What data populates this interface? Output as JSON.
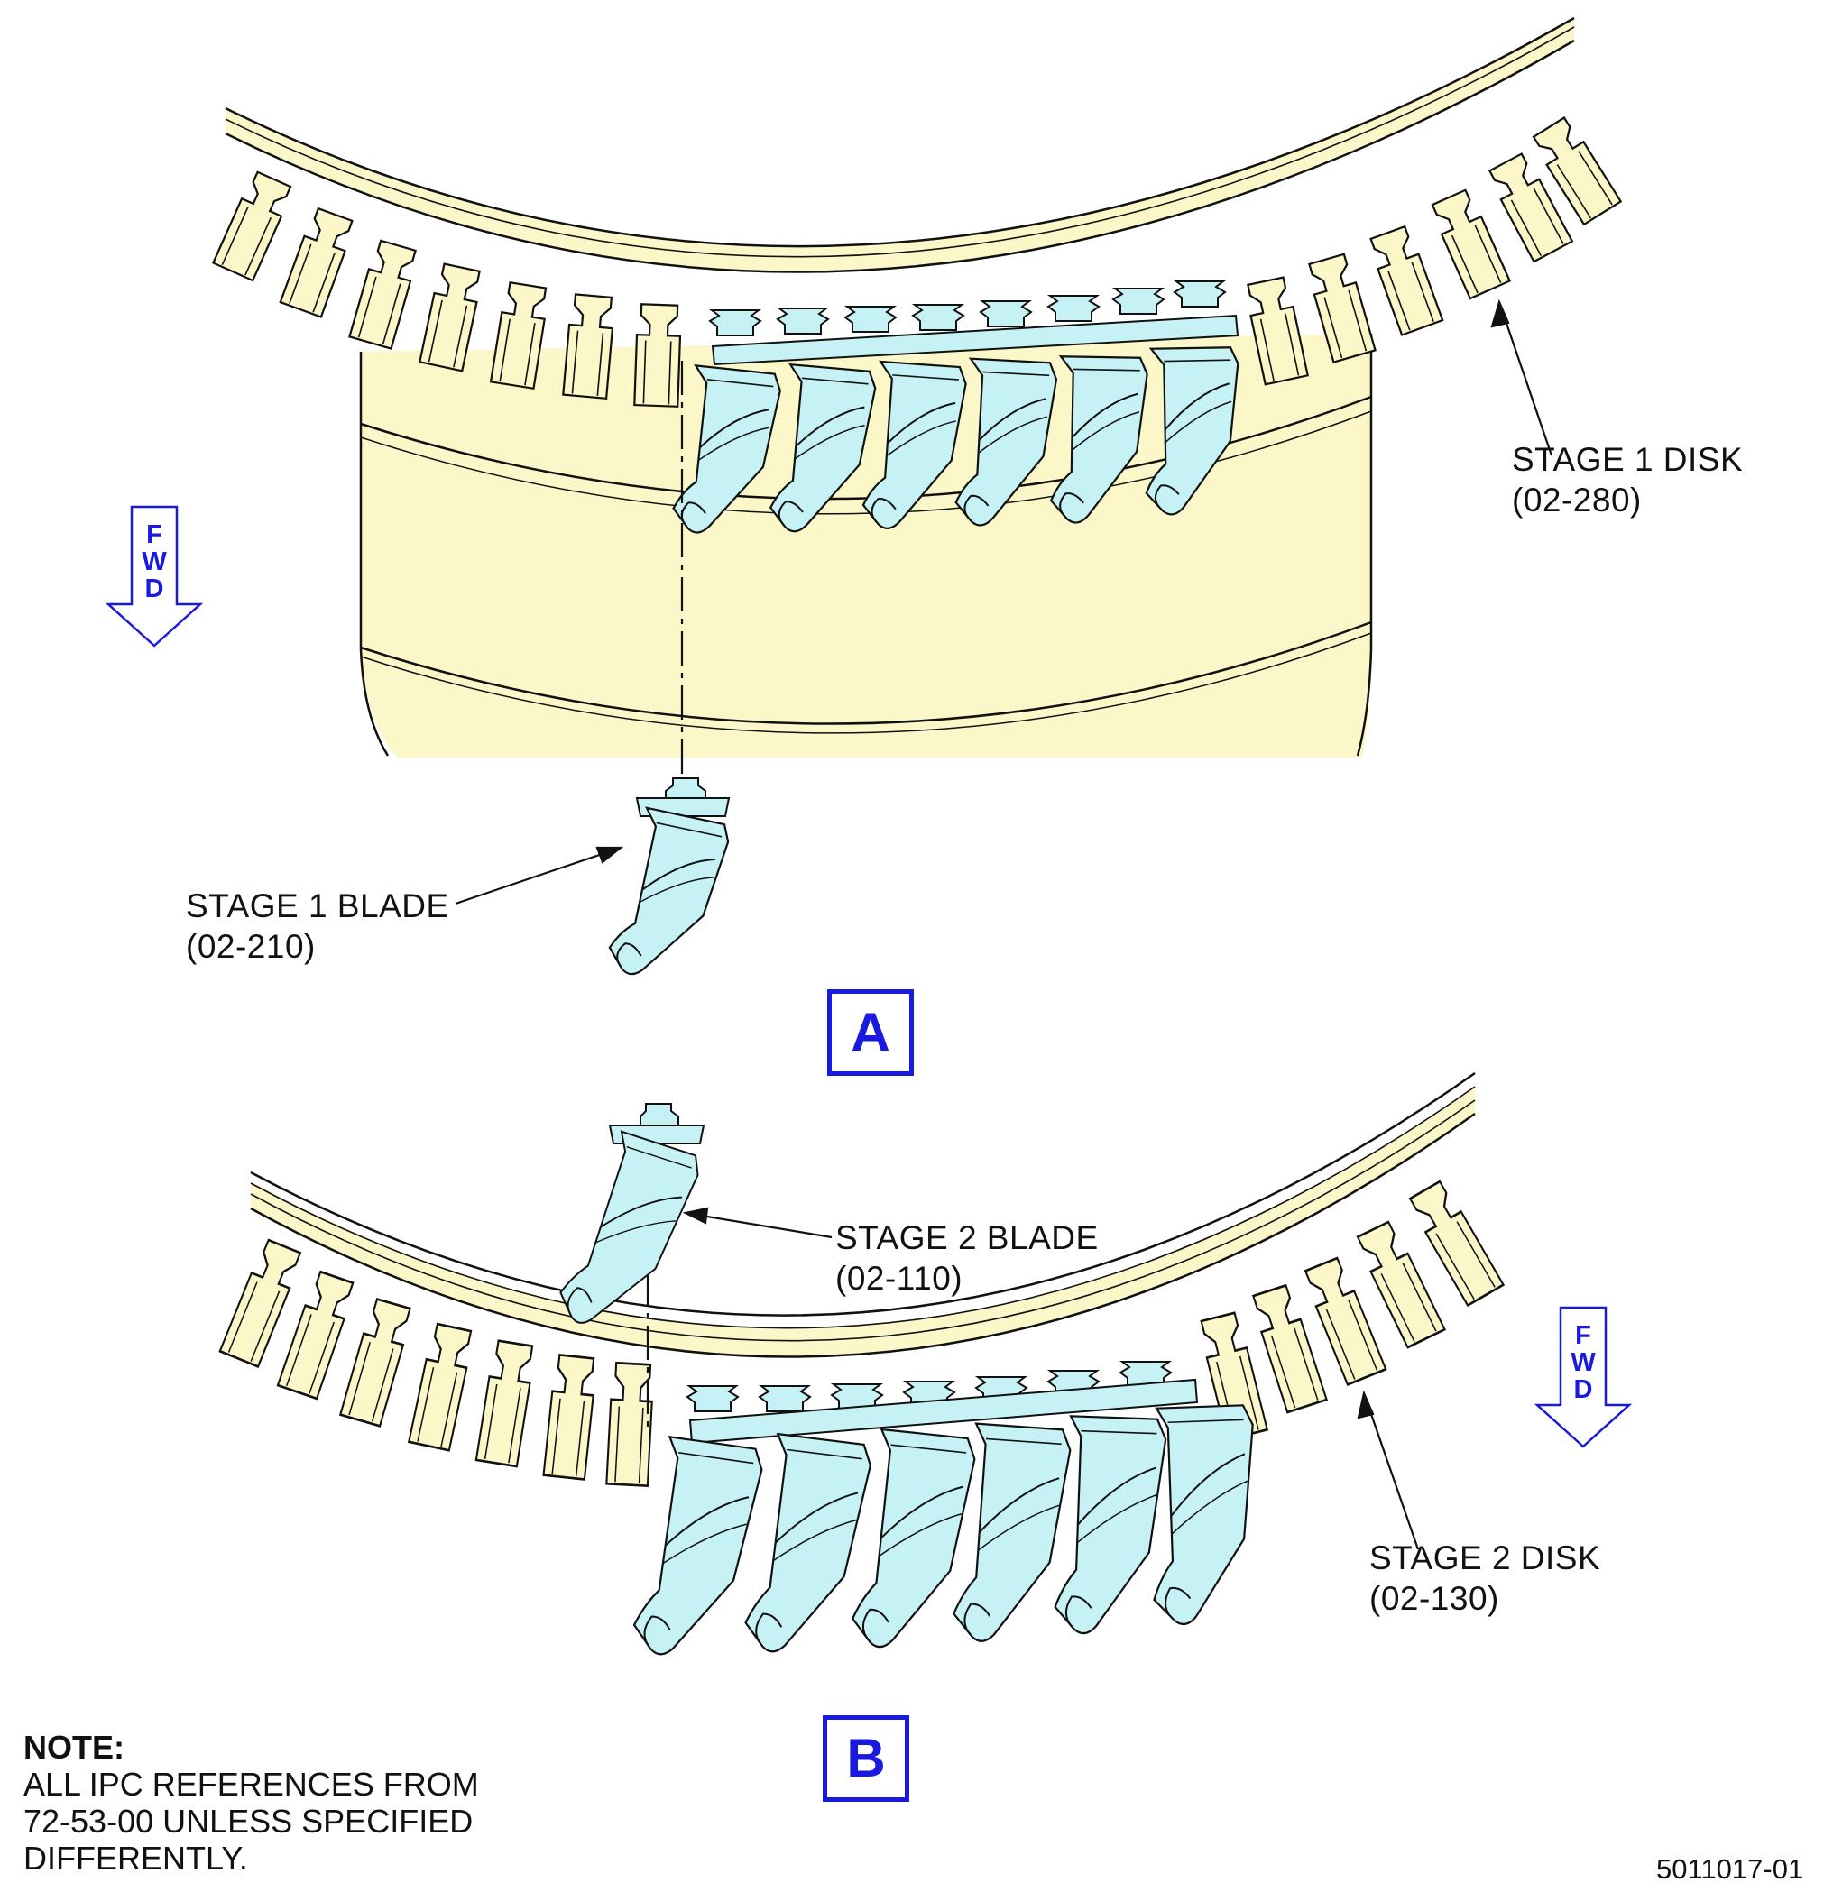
{
  "labels": {
    "stage1_disk": {
      "name": "STAGE 1 DISK",
      "ref": "(02-280)"
    },
    "stage1_blade": {
      "name": "STAGE 1 BLADE",
      "ref": "(02-210)"
    },
    "stage2_blade": {
      "name": "STAGE 2 BLADE",
      "ref": "(02-110)"
    },
    "stage2_disk": {
      "name": "STAGE 2 DISK",
      "ref": "(02-130)"
    }
  },
  "views": {
    "a": "A",
    "b": "B"
  },
  "fwd_indicator": {
    "letters": [
      "F",
      "W",
      "D"
    ]
  },
  "note": {
    "heading": "NOTE:",
    "lines": [
      "ALL IPC REFERENCES FROM",
      "72-53-00 UNLESS SPECIFIED",
      "DIFFERENTLY."
    ]
  },
  "figure_id": "5011017-01",
  "colors": {
    "disk_fill": "#fbf7c8",
    "blade_fill": "#c6f2f6",
    "annotation_blue": "#1a1adf",
    "outline": "#111111"
  }
}
